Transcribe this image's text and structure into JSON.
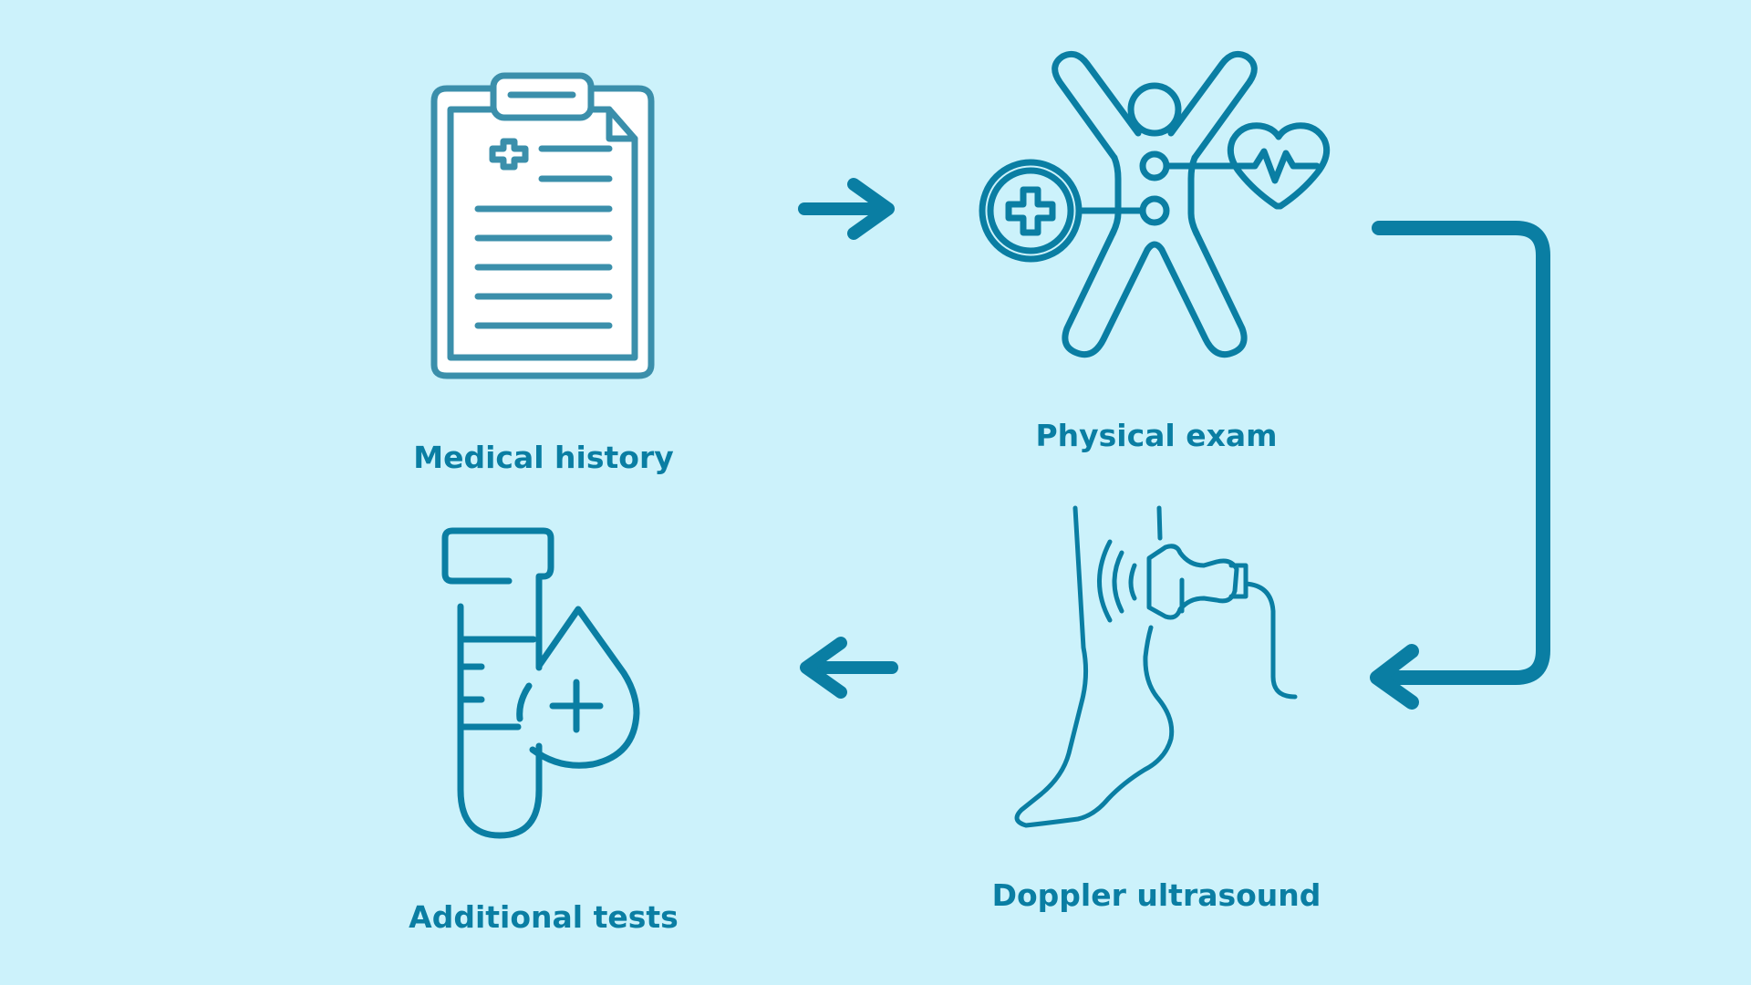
{
  "background_color": "#ccf2fb",
  "accent_color": "#0a7ea3",
  "icon_color": "#3b8fab",
  "steps": [
    {
      "label": "Medical history",
      "icon": "clipboard-icon"
    },
    {
      "label": "Physical exam",
      "icon": "body-exam-icon"
    },
    {
      "label": "Doppler ultrasound",
      "icon": "doppler-foot-icon"
    },
    {
      "label": "Additional tests",
      "icon": "test-tube-icon"
    }
  ]
}
